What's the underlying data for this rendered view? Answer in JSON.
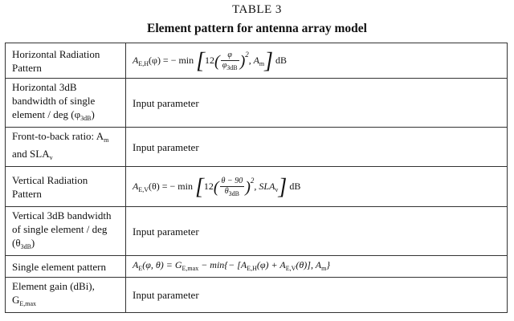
{
  "table_number": "TABLE 3",
  "table_title": "Element pattern for antenna array model",
  "rows": [
    {
      "label": "Horizontal Radiation Pattern",
      "formula": {
        "lhs": "A",
        "lhs_sub": "E,H",
        "lhs_arg": "(φ) = − min",
        "factor": "12",
        "num": "φ",
        "den": "φ",
        "den_sub": "3dB",
        "exp": "2",
        "tail": ", A",
        "tail_sub": "m",
        "unit": "dB"
      }
    },
    {
      "label_main": "Horizontal 3dB bandwidth of single element / deg (φ",
      "label_sub": "3dB",
      "label_end": ")",
      "value": "Input parameter"
    },
    {
      "label_main": "Front-to-back ratio: A",
      "label_sub": "m",
      "label_mid": "and SLA",
      "label_sub2": "v",
      "value": "Input parameter"
    },
    {
      "label": "Vertical Radiation Pattern",
      "formula": {
        "lhs": "A",
        "lhs_sub": "E,V",
        "lhs_arg": "(θ) = − min",
        "factor": "12",
        "num": "θ − 90",
        "den": "θ",
        "den_sub": "3dB",
        "exp": "2",
        "tail": ", SLA",
        "tail_sub": "v",
        "unit": "dB"
      }
    },
    {
      "label_main": "Vertical 3dB bandwidth of single element / deg (θ",
      "label_sub": "3dB",
      "label_end": ")",
      "value": "Input parameter"
    },
    {
      "label": "Single element pattern",
      "formula_text": {
        "a": "A",
        "a_sub": "E",
        "b": "(φ, θ) = G",
        "b_sub": "E,max",
        "c": " − min{− [A",
        "c_sub": "E,H",
        "d": "(φ) + A",
        "d_sub": "E,V",
        "e": "(θ)], A",
        "e_sub": "m",
        "f": "}"
      }
    },
    {
      "label_main": "Element gain (dBi), G",
      "label_sub": "E,max",
      "value": "Input parameter"
    }
  ]
}
